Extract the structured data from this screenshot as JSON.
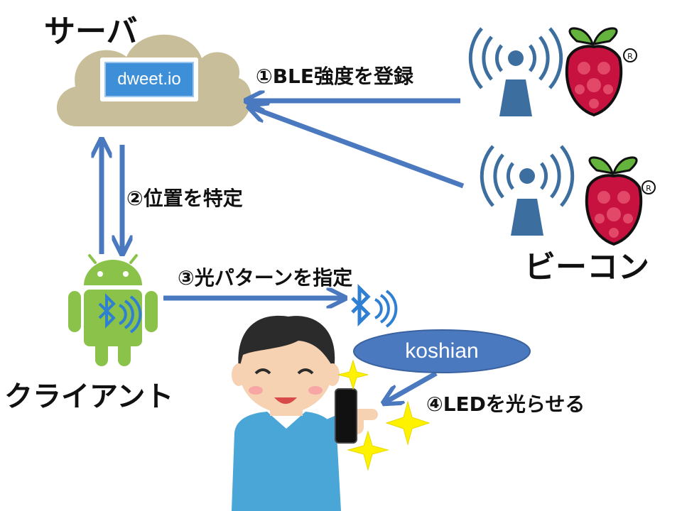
{
  "server": {
    "title": "サーバ",
    "service": "dweet.io"
  },
  "beacon": {
    "title": "ビーコン"
  },
  "client": {
    "title": "クライアント"
  },
  "device": {
    "name": "koshian"
  },
  "steps": {
    "step1": "①BLE強度を登録",
    "step2": "②位置を特定",
    "step3": "③光パターンを指定",
    "step4": "④LEDを光らせる"
  },
  "colors": {
    "arrow": "#4a79bf",
    "cloud": "#c8bf9a",
    "tower": "#3c6fa0",
    "android": "#8bc34a",
    "bluetooth": "#2f7fd2",
    "koshian": "#4a79bf",
    "raspberry": "#c7113f",
    "sparkle": "#fff200"
  },
  "icons": [
    "cloud-icon",
    "antenna-icon",
    "raspberry-pi-icon",
    "android-icon",
    "bluetooth-icon",
    "sparkle-icon",
    "person-icon",
    "smartphone-icon"
  ]
}
